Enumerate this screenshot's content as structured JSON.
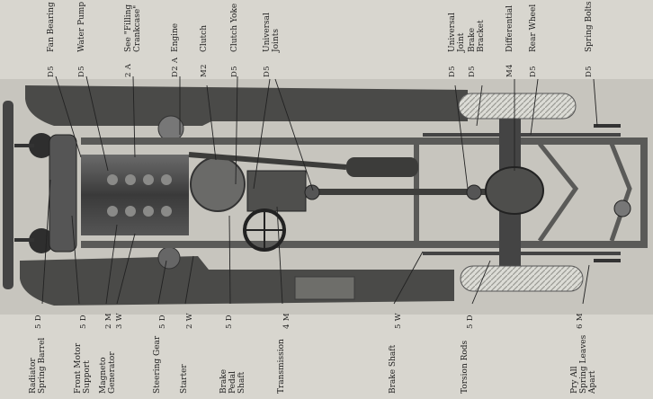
{
  "top_labels": [
    {
      "code": "D5",
      "name": [
        "Fan Bearing"
      ]
    },
    {
      "code": "D5",
      "name": [
        "Water Pump"
      ]
    },
    {
      "code": "2 A",
      "name": [
        "See \"Filling",
        "Crankcase\""
      ]
    },
    {
      "code": "D2 A",
      "name": [
        "Engine"
      ]
    },
    {
      "code": "M2",
      "name": [
        "Clutch"
      ]
    },
    {
      "code": "D5",
      "name": [
        "Clutch Yoke"
      ]
    },
    {
      "code": "D5",
      "name": [
        "Universal",
        "Joints"
      ]
    },
    {
      "code": "D5",
      "name": [
        "Universal",
        "Joint"
      ]
    },
    {
      "code": "D5",
      "name": [
        "Brake",
        "Bracket"
      ]
    },
    {
      "code": "M4",
      "name": [
        "Differential"
      ]
    },
    {
      "code": "D5",
      "name": [
        "Rear Wheel"
      ]
    },
    {
      "code": "D5",
      "name": [
        "Spring Bolts"
      ]
    }
  ],
  "bottom_labels": [
    {
      "name": [
        "Radiator",
        "Spring Barrel"
      ],
      "code": "5 D"
    },
    {
      "name": [
        "Front Motor",
        "Support"
      ],
      "code": "5 D"
    },
    {
      "name": [
        "Magneto",
        "Generator"
      ],
      "code": "2 M",
      "code2": "3 W"
    },
    {
      "name": [
        "Steering Gear"
      ],
      "code": "5 D"
    },
    {
      "name": [
        "Starter"
      ],
      "code": "2 W"
    },
    {
      "name": [
        "Brake",
        "Pedal",
        "Shaft"
      ],
      "code": "5 D"
    },
    {
      "name": [
        "Transmission"
      ],
      "code": "4 M"
    },
    {
      "name": [
        "Brake Shaft"
      ],
      "code": "5 W"
    },
    {
      "name": [
        "Torsion Rods"
      ],
      "code": "5 D"
    },
    {
      "name": [
        "Pry All",
        "Spring Leaves",
        "Apart"
      ],
      "code": "6 M"
    }
  ]
}
